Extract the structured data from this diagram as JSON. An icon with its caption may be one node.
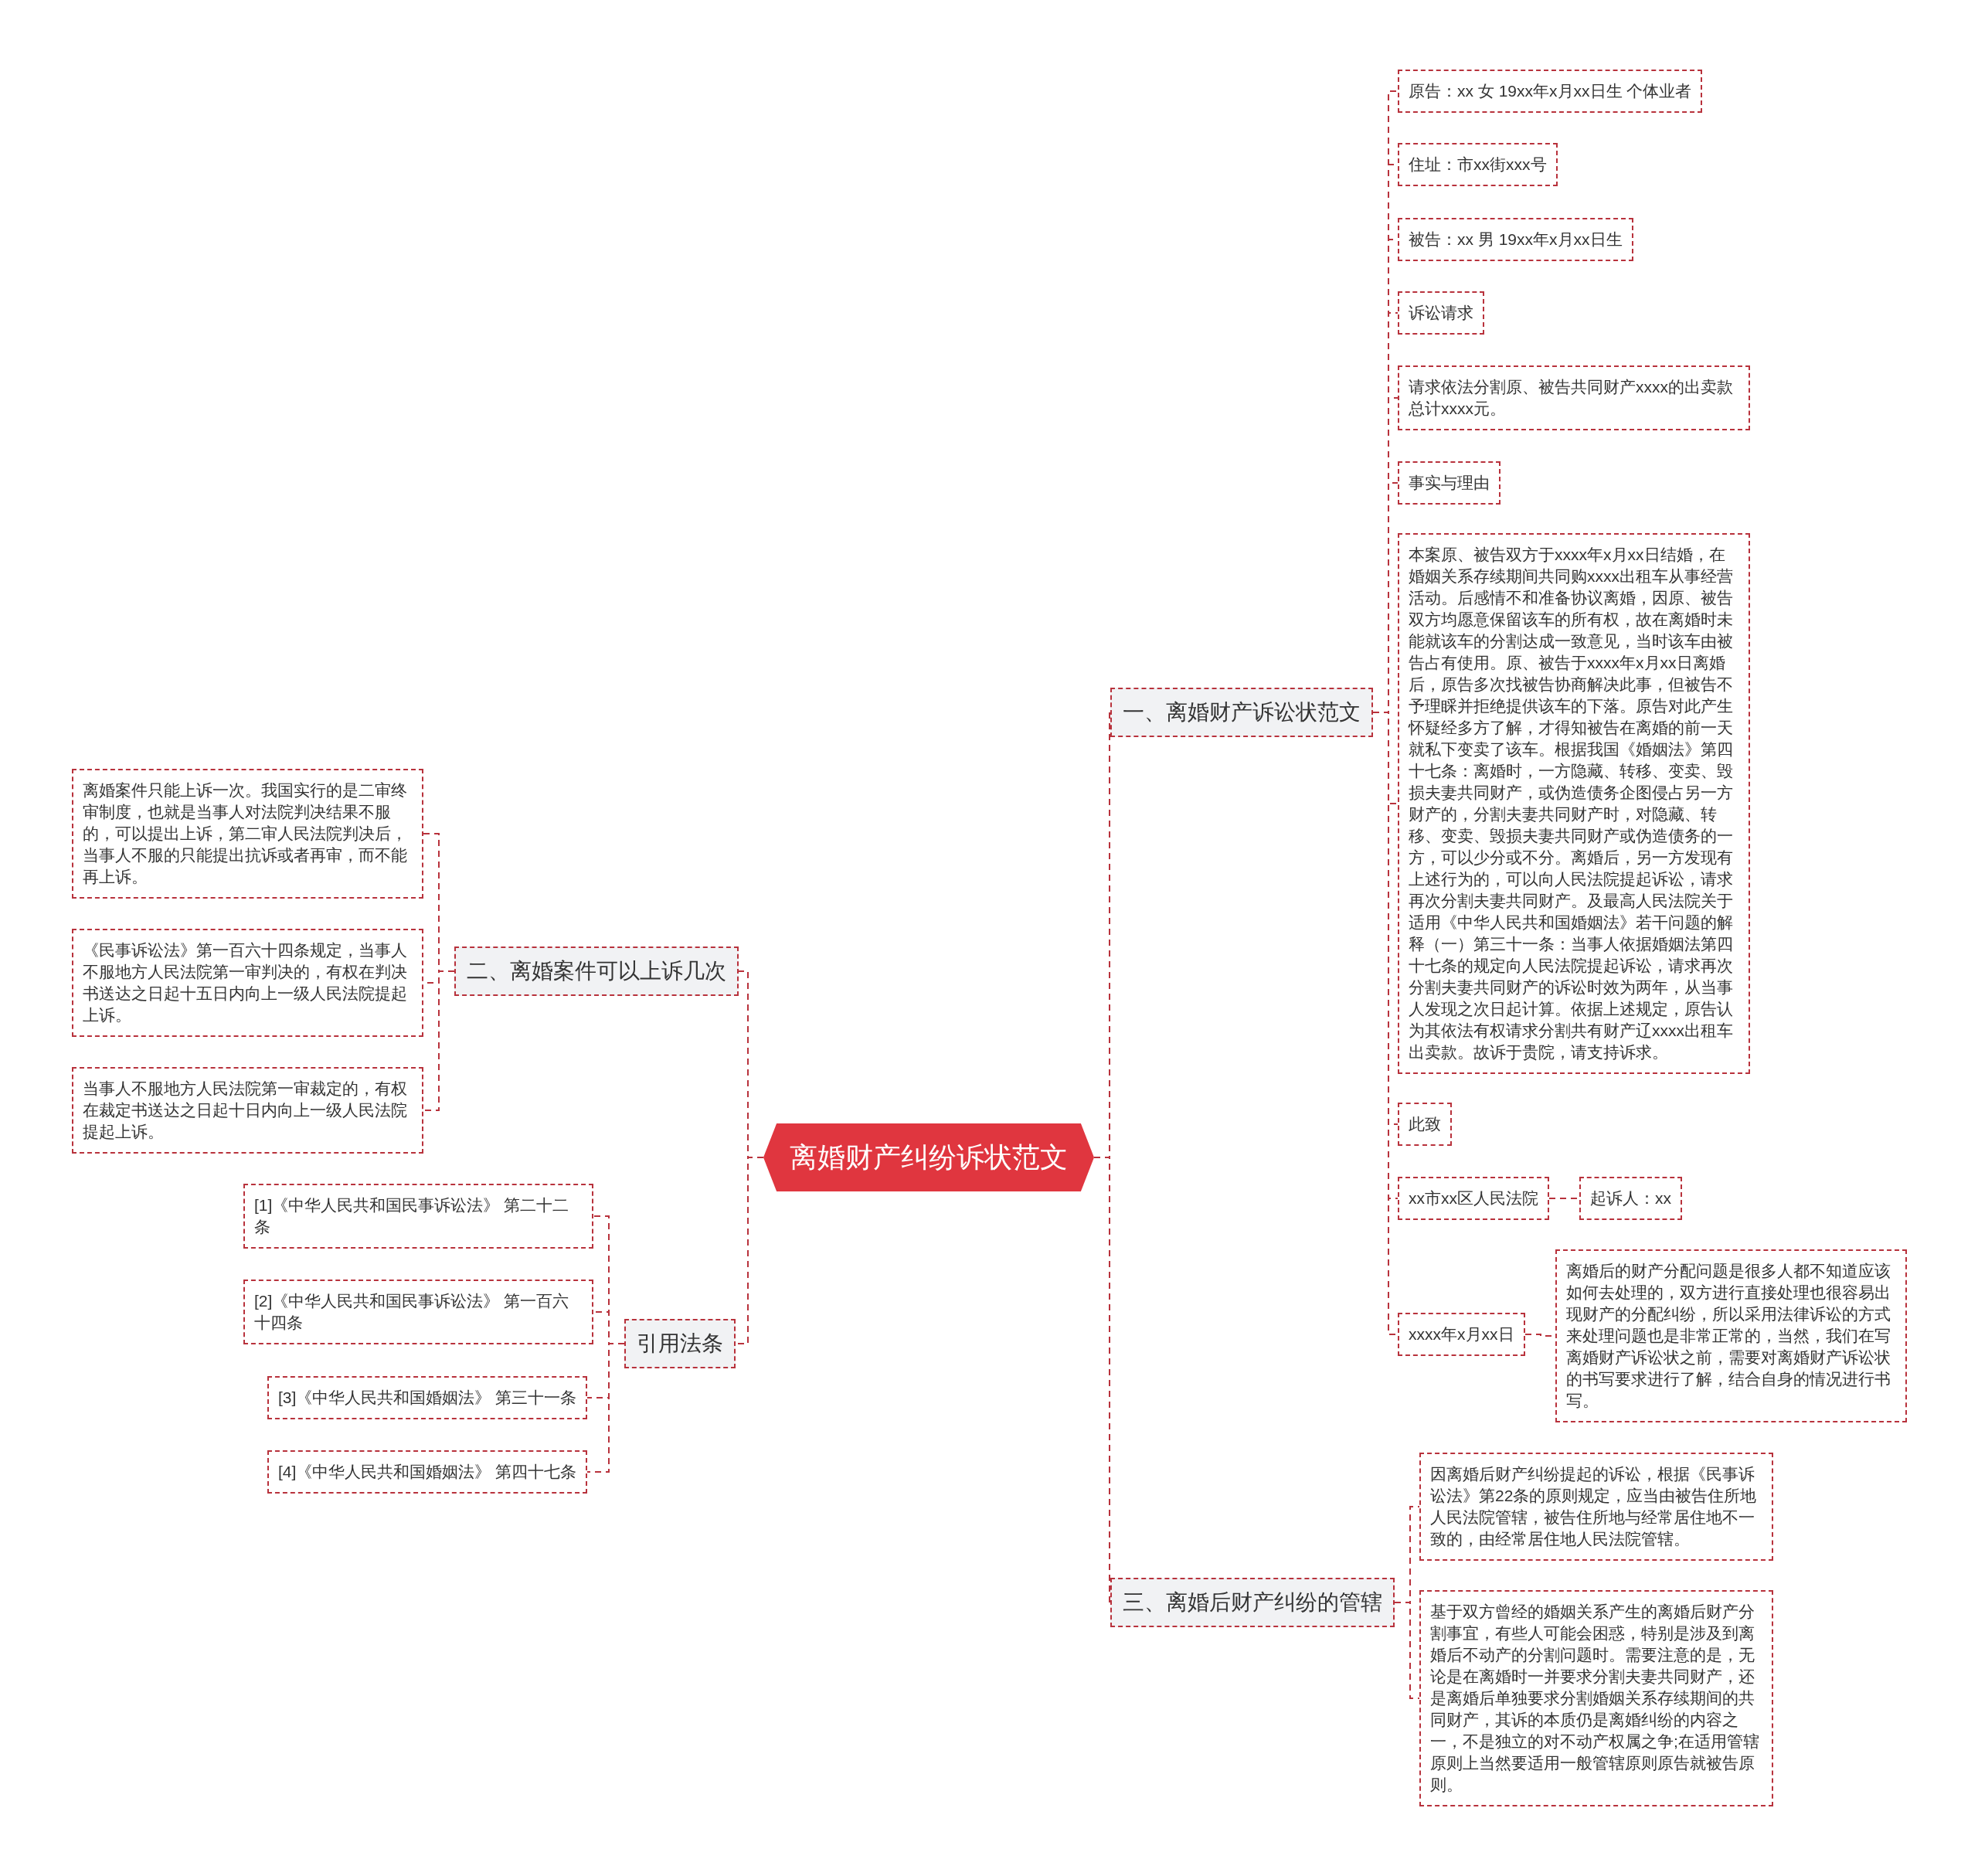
{
  "diagram": {
    "nodes": [
      {
        "text": [
          "离婚财产纠纷诉状范文"
        ]
      },
      {
        "text": [
          "一、离婚财产诉讼状范文"
        ]
      },
      {
        "text": [
          "原告：xx 女 19xx年x月xx日生 个体业者"
        ]
      },
      {
        "text": [
          "住址：市xx街xxx号"
        ]
      },
      {
        "text": [
          "被告：xx 男 19xx年x月xx日生"
        ]
      },
      {
        "text": [
          "诉讼请求"
        ]
      },
      {
        "text": [
          "请求依法分割原、被告共同财产xxxx的出卖款总计xxxx元。"
        ]
      },
      {
        "text": [
          "事实与理由"
        ]
      },
      {
        "text": [
          "本案原、被告双方于xxxx年x月xx日结婚，在婚姻关系存续期间共同购xxxx出租车从事经营活动。后感情不和准备协议离婚，因原、被告双方均愿意保留该车的所有权，故在离婚时未能就该车的分割达成一致意见，当时该车由被告占有使用。原、被告于xxxx年x月xx日离婚后，原告多次找被告协商解决此事，但被告不予理睬并拒绝提供该车的下落。原告对此产生怀疑经多方了解，才得知被告在离婚的前一天就私下变卖了该车。根据我国《婚姻法》第四十七条：离婚时，一方隐藏、转移、变卖、毁损夫妻共同财产，或伪造债务企图侵占另一方财产的，分割夫妻共同财产时，对隐藏、转移、变卖、毁损夫妻共同财产或伪造债务的一方，可以少分或不分。离婚后，另一方发现有上述行为的，可以向人民法院提起诉讼，请求再次分割夫妻共同财产。及最高人民法院关于适用《中华人民共和国婚姻法》若干问题的解释（一）第三十一条：当事人依据婚姻法第四十七条的规定向人民法院提起诉讼，请求再次分割夫妻共同财产的诉讼时效为两年，从当事人发现之次日起计算。依据上述规定，原告认为其依法有权请求分割共有财产辽xxxx出租车出卖款。故诉于贵院，请支持诉求。"
        ]
      },
      {
        "text": [
          "此致"
        ]
      },
      {
        "text": [
          "xx市xx区人民法院"
        ]
      },
      {
        "text": [
          "起诉人：xx"
        ]
      },
      {
        "text": [
          "xxxx年x月xx日"
        ]
      },
      {
        "text": [
          "离婚后的财产分配问题是很多人都不知道应该如何去处理的，双方进行直接处理也很容易出现财产的分配纠纷，所以采用法律诉讼的方式来处理问题也是非常正常的，当然，我们在写离婚财产诉讼状之前，需要对离婚财产诉讼状的书写要求进行了解，结合自身的情况进行书写。"
        ]
      },
      {
        "text": [
          "三、离婚后财产纠纷的管辖"
        ]
      },
      {
        "text": [
          "因离婚后财产纠纷提起的诉讼，根据《民事诉讼法》第22条的原则规定，应当由被告住所地人民法院管辖，被告住所地与经常居住地不一致的，由经常居住地人民法院管辖。"
        ]
      },
      {
        "text": [
          "基于双方曾经的婚姻关系产生的离婚后财产分割事宜，有些人可能会困惑，特别是涉及到离婚后不动产的分割问题时。需要注意的是，无论是在离婚时一并要求分割夫妻共同财产，还是离婚后单独要求分割婚姻关系存续期间的共同财产，其诉的本质仍是离婚纠纷的内容之一，不是独立的对不动产权属之争;在适用管辖原则上当然要适用一般管辖原则原告就被告原则。"
        ]
      },
      {
        "text": [
          "二、离婚案件可以上诉几次"
        ]
      },
      {
        "text": [
          "离婚案件只能上诉一次。我国实行的是二审终审制度，也就是当事人对法院判决结果不服的，可以提出上诉，第二审人民法院判决后，当事人不服的只能提出抗诉或者再审，而不能再上诉。"
        ]
      },
      {
        "text": [
          "《民事诉讼法》第一百六十四条规定，当事人不服地方人民法院第一审判决的，有权在判决书送达之日起十五日内向上一级人民法院提起上诉。"
        ]
      },
      {
        "text": [
          "当事人不服地方人民法院第一审裁定的，有权在裁定书送达之日起十日内向上一级人民法院提起上诉。"
        ]
      },
      {
        "text": [
          "引用法条"
        ]
      },
      {
        "text": [
          "[1]《中华人民共和国民事诉讼法》 第二十二条"
        ]
      },
      {
        "text": [
          "[2]《中华人民共和国民事诉讼法》 第一百六十四条"
        ]
      },
      {
        "text": [
          "[3]《中华人民共和国婚姻法》 第三十一条"
        ]
      },
      {
        "text": [
          "[4]《中华人民共和国婚姻法》 第四十七条"
        ]
      }
    ],
    "edges": [
      {
        "from": 0,
        "to": 1,
        "arrow": "none",
        "style": "dashed"
      },
      {
        "from": 1,
        "to": 2,
        "arrow": "none",
        "style": "dashed"
      },
      {
        "from": 1,
        "to": 3,
        "arrow": "none",
        "style": "dashed"
      },
      {
        "from": 1,
        "to": 4,
        "arrow": "none",
        "style": "dashed"
      },
      {
        "from": 1,
        "to": 5,
        "arrow": "none",
        "style": "dashed"
      },
      {
        "from": 1,
        "to": 6,
        "arrow": "none",
        "style": "dashed"
      },
      {
        "from": 1,
        "to": 7,
        "arrow": "none",
        "style": "dashed"
      },
      {
        "from": 1,
        "to": 8,
        "arrow": "none",
        "style": "dashed"
      },
      {
        "from": 1,
        "to": 9,
        "arrow": "none",
        "style": "dashed"
      },
      {
        "from": 1,
        "to": 10,
        "arrow": "none",
        "style": "dashed"
      },
      {
        "from": 10,
        "to": 11,
        "arrow": "none",
        "style": "dashed"
      },
      {
        "from": 1,
        "to": 12,
        "arrow": "none",
        "style": "dashed"
      },
      {
        "from": 12,
        "to": 13,
        "arrow": "none",
        "style": "dashed"
      },
      {
        "from": 0,
        "to": 14,
        "arrow": "none",
        "style": "dashed"
      },
      {
        "from": 14,
        "to": 15,
        "arrow": "none",
        "style": "dashed"
      },
      {
        "from": 14,
        "to": 16,
        "arrow": "none",
        "style": "dashed"
      },
      {
        "from": 0,
        "to": 17,
        "arrow": "none",
        "style": "dashed"
      },
      {
        "from": 17,
        "to": 18,
        "arrow": "none",
        "style": "dashed"
      },
      {
        "from": 17,
        "to": 19,
        "arrow": "none",
        "style": "dashed"
      },
      {
        "from": 17,
        "to": 20,
        "arrow": "none",
        "style": "dashed"
      },
      {
        "from": 0,
        "to": 21,
        "arrow": "none",
        "style": "dashed"
      },
      {
        "from": 21,
        "to": 22,
        "arrow": "none",
        "style": "dashed"
      },
      {
        "from": 21,
        "to": 23,
        "arrow": "none",
        "style": "dashed"
      },
      {
        "from": 21,
        "to": 24,
        "arrow": "none",
        "style": "dashed"
      },
      {
        "from": 21,
        "to": 25,
        "arrow": "none",
        "style": "dashed"
      }
    ]
  }
}
